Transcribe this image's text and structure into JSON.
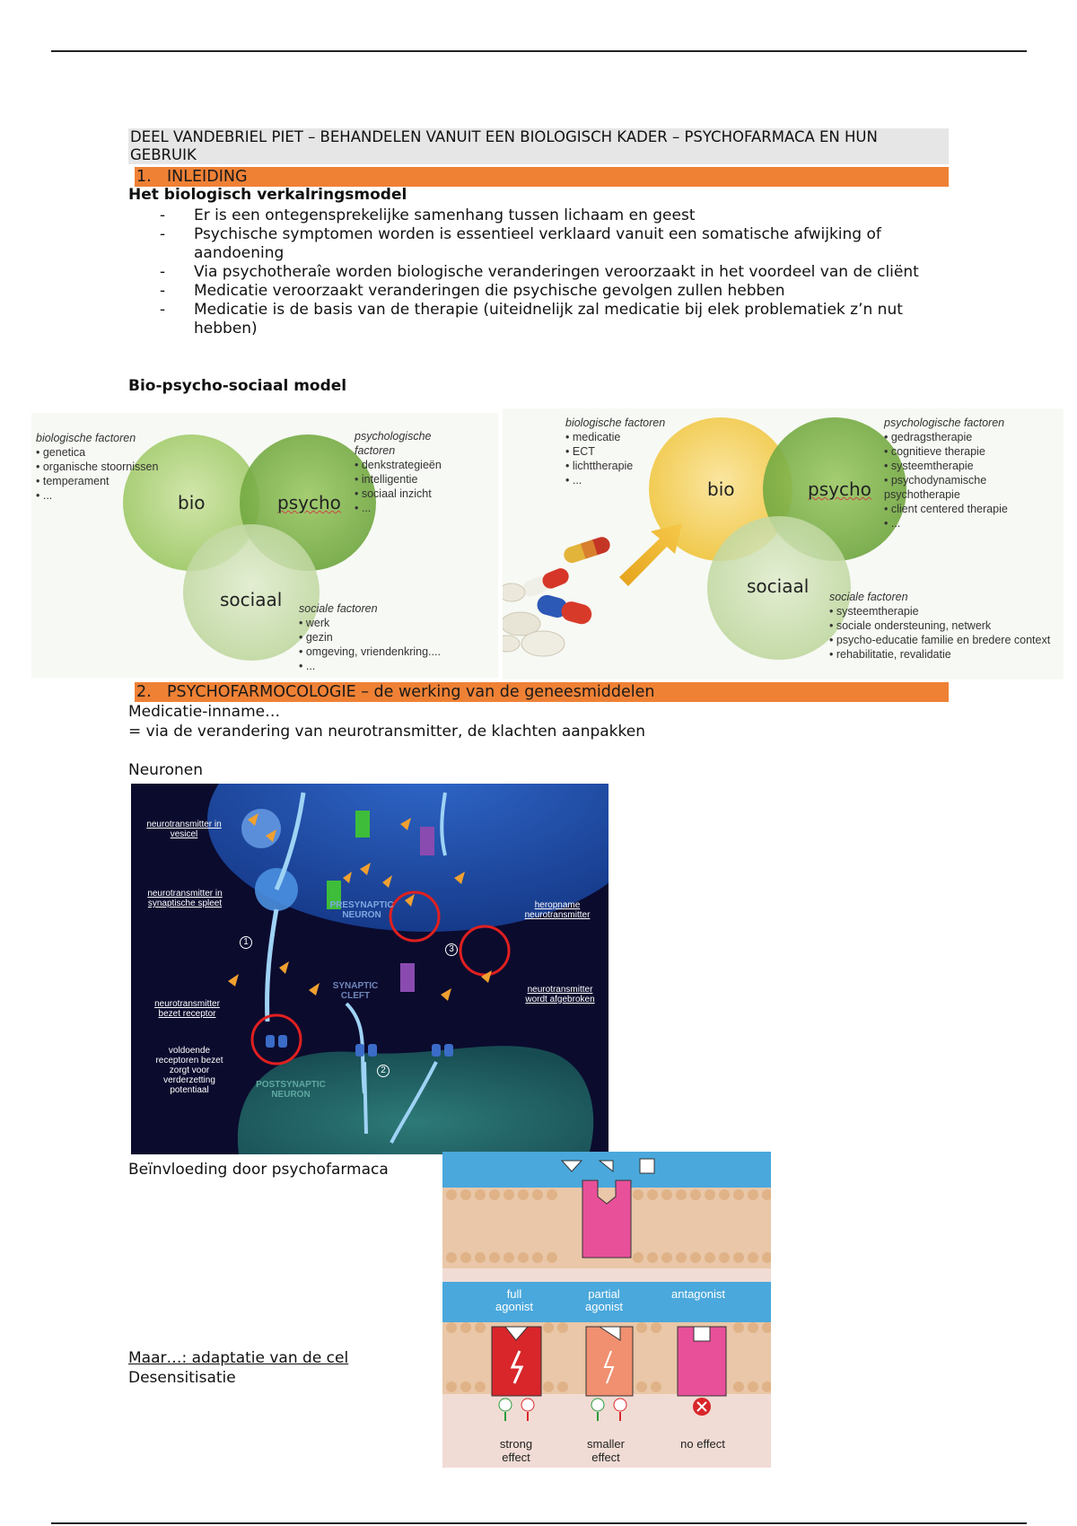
{
  "header_title": "DEEL VANDEBRIEL PIET – BEHANDELEN VANUIT EEN BIOLOGISCH KADER – PSYCHOFARMACA EN HUN GEBRUIK",
  "section1": {
    "number": "1.",
    "title": "INLEIDING"
  },
  "model1": {
    "heading": "Het biologisch verkalringsmodel",
    "bullets": [
      "Er is een ontegensprekelijke samenhang tussen lichaam en geest",
      "Psychische symptomen worden is essentieel verklaard vanuit een somatische afwijking of aandoening",
      "Via psychotheraîe worden biologische veranderingen veroorzaakt in het voordeel van de cliënt",
      "Medicatie veroorzaakt veranderingen die psychische gevolgen zullen hebben",
      "Medicatie is de basis van de therapie (uiteidnelijk zal medicatie bij elek problematiek z’n nut hebben)"
    ]
  },
  "model2": {
    "heading": "Bio-psycho-sociaal model"
  },
  "venn_left": {
    "bio": "bio",
    "psycho": "psycho",
    "sociaal": "sociaal",
    "bio_title": "biologische factoren",
    "bio_items": [
      "genetica",
      "organische stoornissen",
      "temperament",
      "..."
    ],
    "psycho_title": "psychologische factoren",
    "psycho_items": [
      "denkstrategieën",
      "intelligentie",
      "sociaal inzicht",
      "..."
    ],
    "sociaal_title": "sociale factoren",
    "sociaal_items": [
      "werk",
      "gezin",
      "omgeving, vriendenkring....",
      "..."
    ]
  },
  "venn_right": {
    "bio": "bio",
    "psycho": "psycho",
    "sociaal": "sociaal",
    "bio_title": "biologische factoren",
    "bio_items": [
      "medicatie",
      "ECT",
      "lichttherapie",
      "..."
    ],
    "psycho_title": "psychologische factoren",
    "psycho_items": [
      "gedragstherapie",
      "cognitieve therapie",
      "systeemtherapie",
      "psychodynamische psychotherapie",
      "client centered therapie",
      "..."
    ],
    "sociaal_title": "sociale factoren",
    "sociaal_items": [
      "systeemtherapie",
      "sociale ondersteuning, netwerk",
      "psycho-educatie familie en bredere context",
      "rehabilitatie, revalidatie"
    ]
  },
  "section2": {
    "number": "2.",
    "title": "PSYCHOFARMOCOLOGIE – de werking van de geneesmiddelen"
  },
  "intake_line1": "Medicatie-inname…",
  "intake_line2": "= via de verandering van neurotransmitter, de klachten aanpakken",
  "neuronen_label": "Neuronen",
  "neuron_figure": {
    "lbl_vesicle": "neurotransmitter in vesicel",
    "lbl_cleft": "neurotransmitter in synaptische spleet",
    "lbl_bound": "neurotransmitter bezet receptor",
    "lbl_sufficient": "voldoende receptoren bezet zorgt voor verderzetting potentiaal",
    "lbl_reuptake": "heropname neurotransmitter",
    "lbl_broken": "neurotransmitter wordt afgebroken",
    "pre": "PRESYNAPTIC NEURON",
    "synaptic": "SYNAPTIC CLEFT",
    "post": "POSTSYNAPTIC NEURON",
    "n1": "1",
    "n2": "2",
    "n3": "3"
  },
  "influence_label": "Beïnvloeding door psychofarmaca",
  "adaptation_label": "Maar…: adaptatie van de cel",
  "desens_label": "Desensitisatie",
  "receptor_figure": {
    "full": "full agonist",
    "partial": "partial agonist",
    "antagonist": "antagonist",
    "strong": "strong effect",
    "smaller": "smaller effect",
    "noeffect": "no effect"
  },
  "colors": {
    "orange_bar": "#ef8135",
    "header_grey": "#e6e6e6",
    "bio_left": "#a9cf6e",
    "bio_right": "#f2cf4f",
    "psycho": "#7fb446",
    "sociaal": "#c8deab",
    "neuron_bg": "#0b0b2e",
    "receptor_pink": "#e8509a"
  }
}
